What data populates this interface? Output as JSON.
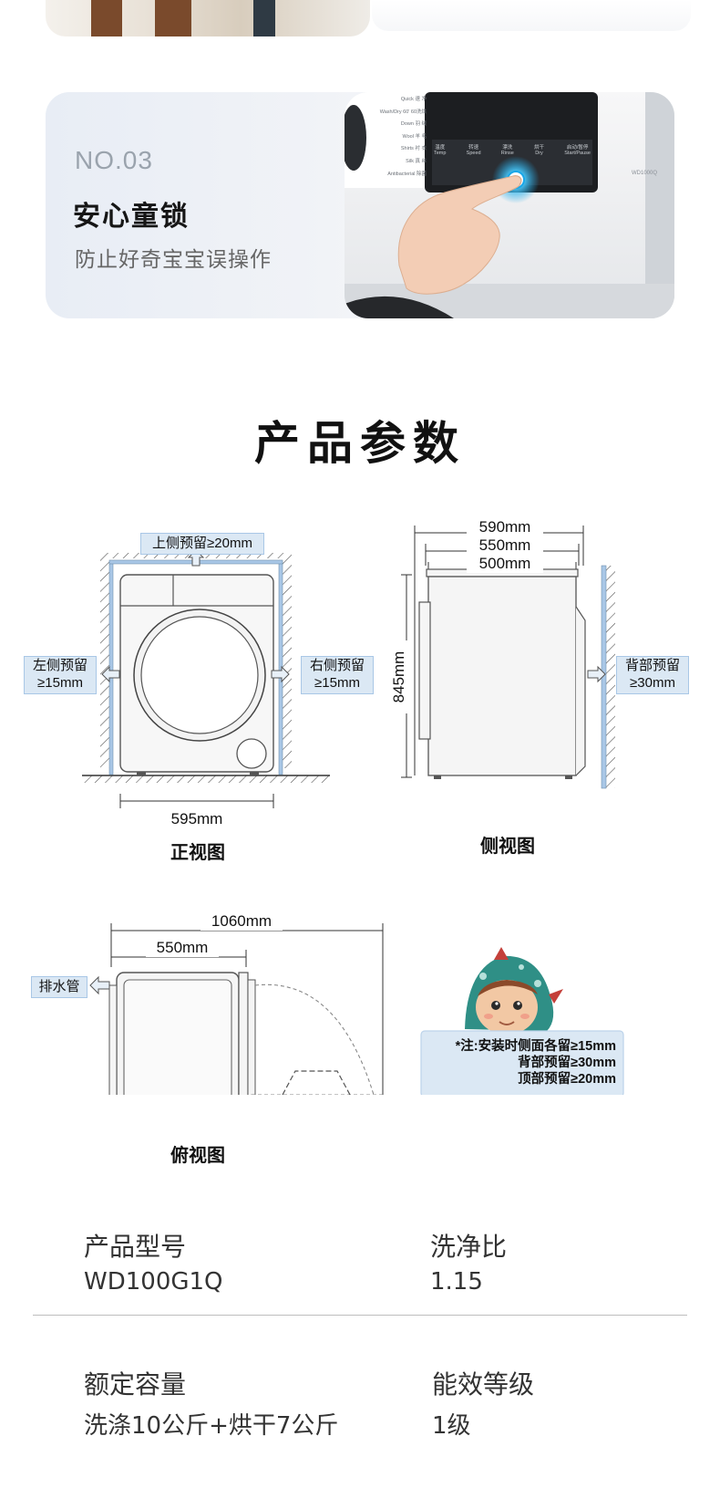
{
  "feature": {
    "number": "NO.03",
    "title": "安心童锁",
    "subtitle": "防止好奇宝宝误操作",
    "panel": {
      "programs": [
        "Quick 速 净",
        "Wash/Dry 60' 60洗烘",
        "Down 羽 绒",
        "Wool 羊 毛",
        "Shirts 衬 衣",
        "Silk 真 丝",
        "Antibacterial 除菌"
      ],
      "buttons": [
        {
          "cn": "温度",
          "en": "Temp"
        },
        {
          "cn": "转速",
          "en": "Speed"
        },
        {
          "cn": "漂洗",
          "en": "Rinse"
        },
        {
          "cn": "烘干",
          "en": "Dry"
        },
        {
          "cn": "启动/暂停",
          "en": "Start/Pause"
        }
      ],
      "model_badge": "WD1000Q"
    }
  },
  "section_title": "产品参数",
  "diagrams": {
    "front": {
      "caption": "正视图",
      "top_clearance": "上侧预留≥20mm",
      "left_clearance_1": "左侧预留",
      "left_clearance_2": "≥15mm",
      "right_clearance_1": "右侧预留",
      "right_clearance_2": "≥15mm",
      "width": "595mm"
    },
    "side": {
      "caption": "侧视图",
      "depth_1": "590mm",
      "depth_2": "550mm",
      "depth_3": "500mm",
      "height": "845mm",
      "back_clearance_1": "背部预留",
      "back_clearance_2": "≥30mm"
    },
    "top": {
      "caption": "俯视图",
      "open_depth": "1060mm",
      "body_depth": "550mm",
      "drain": "排水管"
    },
    "note": {
      "line1": "*注:安装时侧面各留≥15mm",
      "line2": "背部预留≥30mm",
      "line3": "顶部预留≥20mm"
    }
  },
  "specs": [
    {
      "label": "产品型号",
      "value": "WD100G1Q"
    },
    {
      "label": "洗净比",
      "value": "1.15"
    },
    {
      "label": "额定容量",
      "value": "洗涤10公斤+烘干7公斤"
    },
    {
      "label": "能效等级",
      "value": "1级"
    }
  ],
  "colors": {
    "accent_blue": "#bcd3ea",
    "wall_blue": "#a9c7e6",
    "label_bg": "#dbe8f4",
    "panel_dark": "#1c1e21",
    "touch_glow": "#1aa7e8"
  }
}
